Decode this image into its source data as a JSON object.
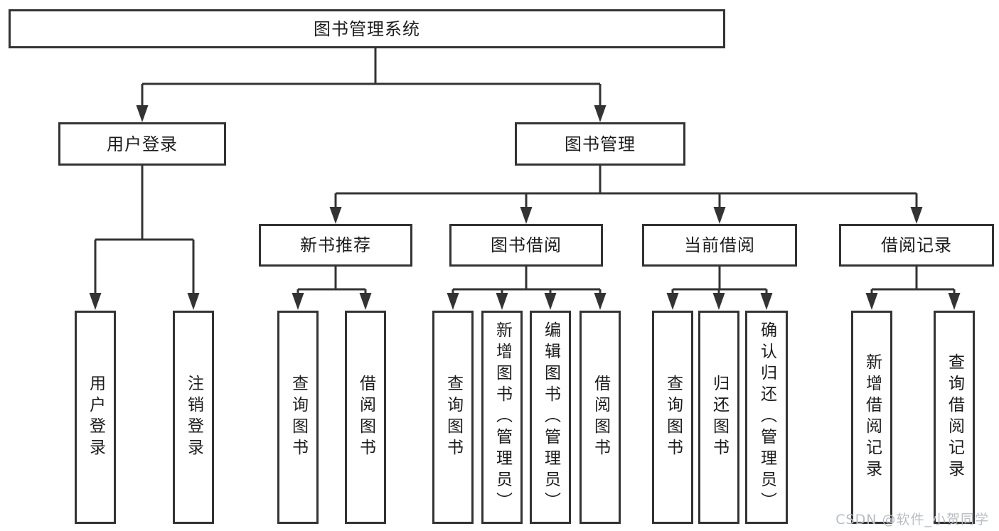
{
  "diagram": {
    "tree": {
      "label": "图书管理系统",
      "children": [
        {
          "label": "用户登录",
          "children": [
            {
              "label": "用户登录"
            },
            {
              "label": "注销登录"
            }
          ]
        },
        {
          "label": "图书管理",
          "children": [
            {
              "label": "新书推荐",
              "children": [
                {
                  "label": "查询图书"
                },
                {
                  "label": "借阅图书"
                }
              ]
            },
            {
              "label": "图书借阅",
              "children": [
                {
                  "label": "查询图书"
                },
                {
                  "label": "新增图书（管理员）"
                },
                {
                  "label": "编辑图书（管理员）"
                },
                {
                  "label": "借阅图书"
                }
              ]
            },
            {
              "label": "当前借阅",
              "children": [
                {
                  "label": "查询图书"
                },
                {
                  "label": "归还图书"
                },
                {
                  "label": "确认归还（管理员）"
                }
              ]
            },
            {
              "label": "借阅记录",
              "children": [
                {
                  "label": "新增借阅记录"
                },
                {
                  "label": "查询借阅记录"
                }
              ]
            }
          ]
        }
      ]
    },
    "watermark": "CSDN @软件_小贺同学",
    "colors": {
      "line": "#333333",
      "text": "#1c1c1c",
      "background": "#ffffff",
      "watermark": "#b8bdc4"
    }
  }
}
